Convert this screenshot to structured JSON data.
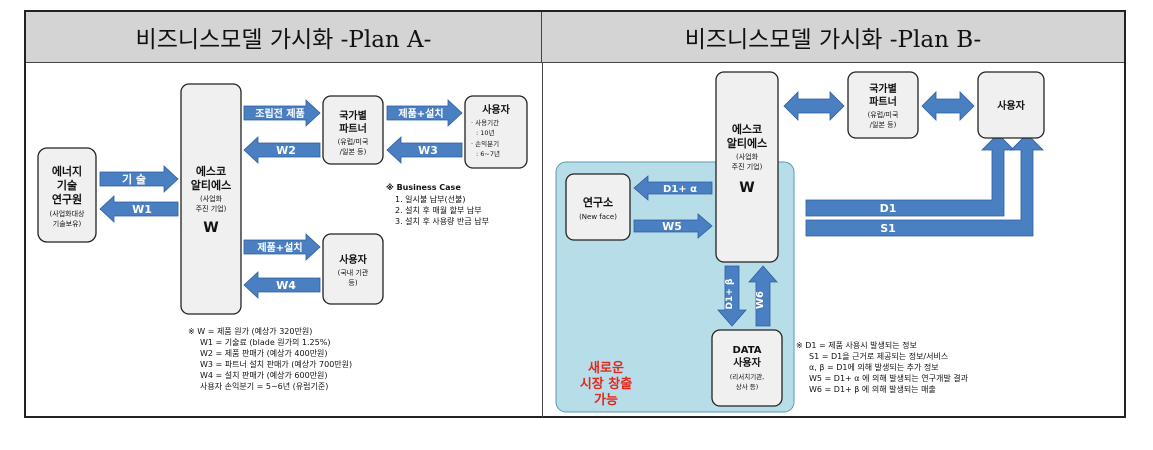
{
  "headers": {
    "planA": "비즈니스모델 가시화 -Plan A-",
    "planB": "비즈니스모델 가시화 -Plan B-"
  },
  "planA": {
    "energy": {
      "line1": "에너지",
      "line2": "기술",
      "line3": "연구원",
      "sub1": "(사업화대상",
      "sub2": "기술보유)"
    },
    "esco": {
      "line1": "에스코",
      "line2": "알티에스",
      "sub1": "(사업화",
      "sub2": "주진 기업)",
      "w": "W"
    },
    "partner": {
      "line1": "국가별",
      "line2": "파트너",
      "sub1": "(유럽/미국",
      "sub2": "/일본 등)"
    },
    "user1": {
      "title": "사용자",
      "d1": "· 사용기간",
      "d2": ": 10년",
      "d3": "· 손익분기",
      "d4": ": 6~7년"
    },
    "user2": {
      "title": "사용자",
      "sub1": "(국내 기관",
      "sub2": "등)"
    },
    "arrows": {
      "tech": "기 술",
      "w1": "W1",
      "prebuilt": "조립전 제품",
      "w2": "W2",
      "prodinstall": "제품+설치",
      "w3": "W3",
      "prodinstall2": "제품+설치",
      "w4": "W4"
    },
    "business_case": {
      "title": "※ Business Case",
      "items": [
        "1. 일시불 납부(선불)",
        "2. 설치 후 매월 할부 납부",
        "3. 설치 후 사용량 반금 납부"
      ]
    },
    "notes": [
      "※ W = 제품 원가 (예상가 320만원)",
      "W1 = 기술료 (blade 원가의 1.25%)",
      "W2 = 제품 판매가 (예상가 400만원)",
      "W3 = 파트너 설치 판매가 (예상가 700만원)",
      "W4 = 설치 판매가 (예상가 600만원)",
      "사용자 손익분기 = 5~6년 (유럽기준)"
    ]
  },
  "planB": {
    "esco": {
      "line1": "에스코",
      "line2": "알티에스",
      "sub1": "(사업화",
      "sub2": "주진 기업)",
      "w": "W"
    },
    "partner": {
      "line1": "국가별",
      "line2": "파트너",
      "sub1": "(유럽/미국",
      "sub2": "/일본 등)"
    },
    "user": {
      "title": "사용자"
    },
    "lab": {
      "title": "연구소",
      "sub": "(New face)"
    },
    "data": {
      "line1": "DATA",
      "line2": "사용자",
      "sub1": "(리서치기관,",
      "sub2": "상사 등)"
    },
    "arrows": {
      "d1a": "D1+ α",
      "w5": "W5",
      "d1b": "D1+ β",
      "w6": "W6",
      "d1": "D1",
      "s1": "S1"
    },
    "new_market": [
      "새로운",
      "시장 창출",
      "가능"
    ],
    "notes": [
      "※ D1 = 제품 사용시 발생되는 정보",
      "S1 = D1을 근거로 제공되는 정보/서비스",
      "α, β = D1에 의해 발생되는 추가 정보",
      "W5 = D1+ α 에 의해 발생되는 연구개발 결과",
      "W6 = D1+ β 에 의해 발생되는 매출"
    ]
  },
  "colors": {
    "arrow": "#4a7fc1",
    "box": "#f0f0f0",
    "market": "#b7dde8",
    "market_text": "#e8261c",
    "header": "#d4d4d4"
  }
}
